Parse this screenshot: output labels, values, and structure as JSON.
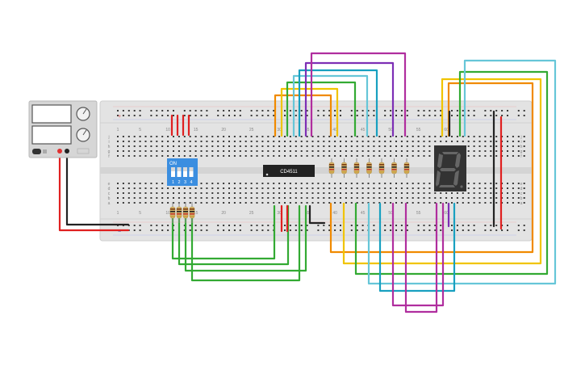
{
  "power_supply": {
    "display_a": "",
    "display_b": "",
    "knobs": [
      "voltage-knob",
      "current-knob"
    ],
    "colors": {
      "body": "#d7d7d7",
      "display": "#ffffff",
      "positive": "#e03030",
      "negative": "#222222"
    }
  },
  "breadboard": {
    "column_numbers": [
      "1",
      "5",
      "10",
      "15",
      "20",
      "25",
      "30",
      "35",
      "40",
      "45",
      "50",
      "55",
      "60"
    ],
    "row_letters_top": [
      "j",
      "i",
      "h",
      "g",
      "f"
    ],
    "row_letters_bottom": [
      "e",
      "d",
      "c",
      "b",
      "a"
    ],
    "colors": {
      "body": "#e2e2e2",
      "hole": "#3a3a3a",
      "rail_pos": "#e05050",
      "rail_neg": "#5060c0"
    }
  },
  "dip_switch": {
    "on_label": "ON",
    "switch_numbers": [
      "1",
      "2",
      "3",
      "4"
    ],
    "color": "#3b8ee0"
  },
  "ic_chip": {
    "label": "CD4511",
    "color": "#222222"
  },
  "seven_segment": {
    "digit": "8",
    "color": "#333333",
    "segment_color": "#666666"
  },
  "resistors": {
    "count_top": 7,
    "count_bottom": 4,
    "color": "#d6b46a"
  },
  "wire_colors": {
    "red": "#e02020",
    "black": "#222222",
    "green": "#33aa33",
    "orange": "#f08a00",
    "yellow": "#f0c400",
    "teal": "#18a0c0",
    "cyan": "#66c6d8",
    "magenta": "#b02e9e",
    "purple": "#7d2fb5"
  }
}
